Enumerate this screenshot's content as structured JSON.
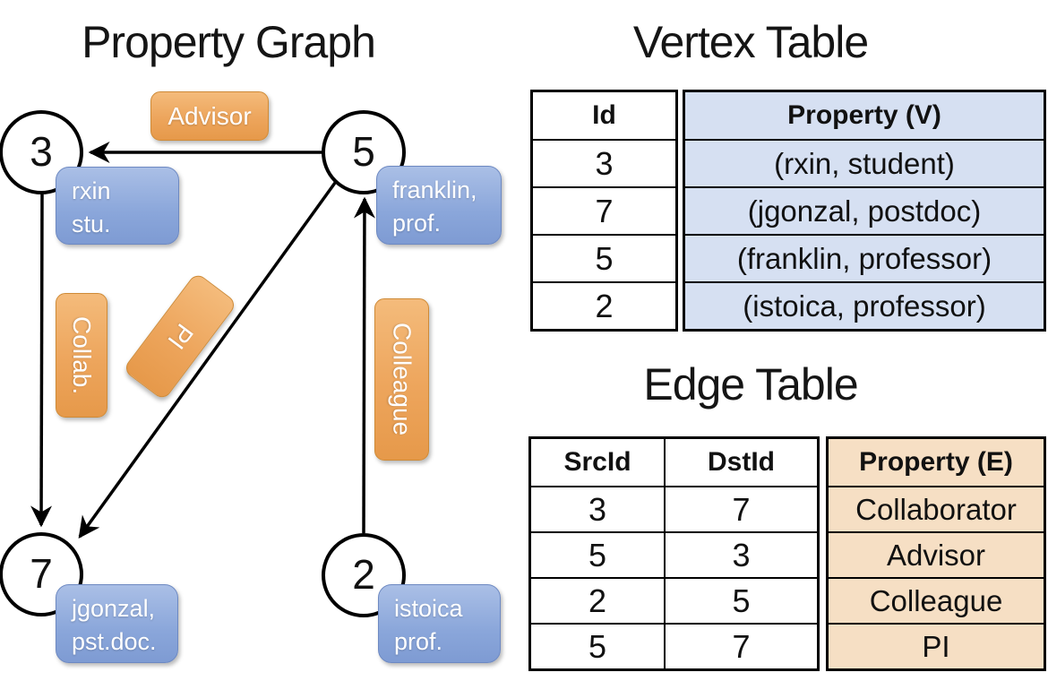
{
  "titles": {
    "graph": "Property Graph",
    "vertex_table": "Vertex Table",
    "edge_table": "Edge Table"
  },
  "graph": {
    "nodes": [
      {
        "id": "3",
        "property": [
          "rxin",
          "stu."
        ]
      },
      {
        "id": "5",
        "property": [
          "franklin,",
          "prof."
        ]
      },
      {
        "id": "7",
        "property": [
          "jgonzal,",
          "pst.doc."
        ]
      },
      {
        "id": "2",
        "property": [
          "istoica",
          "prof."
        ]
      }
    ],
    "edges": [
      {
        "src": "5",
        "dst": "3",
        "label": "Advisor"
      },
      {
        "src": "3",
        "dst": "7",
        "label": "Collab."
      },
      {
        "src": "5",
        "dst": "7",
        "label": "PI"
      },
      {
        "src": "2",
        "dst": "5",
        "label": "Colleague"
      }
    ]
  },
  "vertex_table": {
    "headers": [
      "Id",
      "Property (V)"
    ],
    "rows": [
      [
        "3",
        "(rxin, student)"
      ],
      [
        "7",
        "(jgonzal, postdoc)"
      ],
      [
        "5",
        "(franklin, professor)"
      ],
      [
        "2",
        "(istoica, professor)"
      ]
    ]
  },
  "edge_table": {
    "headers": [
      "SrcId",
      "DstId",
      "Property (E)"
    ],
    "rows": [
      [
        "3",
        "7",
        "Collaborator"
      ],
      [
        "5",
        "3",
        "Advisor"
      ],
      [
        "2",
        "5",
        "Colleague"
      ],
      [
        "5",
        "7",
        "PI"
      ]
    ]
  },
  "colors": {
    "vertex_property_fill": "#d6e0f2",
    "edge_property_fill": "#f6dfc4",
    "edge_label_orange": "#eda55c",
    "vertex_box_blue": "#8aa6da",
    "line_color": "#000000",
    "background": "#ffffff"
  }
}
